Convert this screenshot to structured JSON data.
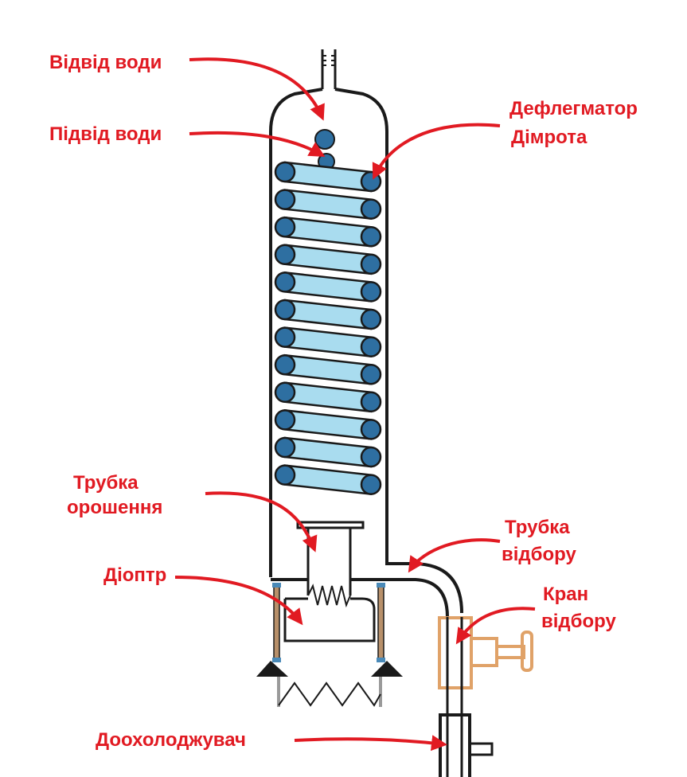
{
  "colors": {
    "label": "#e11a22",
    "arrow": "#e11a22",
    "line": "#1a1a1a",
    "coil_fill": "#a9dcef",
    "coil_end": "#2e6fa1",
    "tap": "#e0a268",
    "seal": "#4a8ab8",
    "spring": "#9a9a9a",
    "rod": "#b8906a"
  },
  "labels": {
    "water_out": "Відвід води",
    "water_in": "Підвід води",
    "dephlegmator": "Дефлегматор",
    "dimroth": "Дімрота",
    "irrigation_1": "Трубка",
    "irrigation_2": "орошення",
    "diopter": "Діоптр",
    "takeoff_1": "Трубка",
    "takeoff_2": "відбору",
    "tap_1": "Кран",
    "tap_2": "відбору",
    "aftercooler": "Доохолоджувач"
  },
  "coil": {
    "turns": 12
  }
}
